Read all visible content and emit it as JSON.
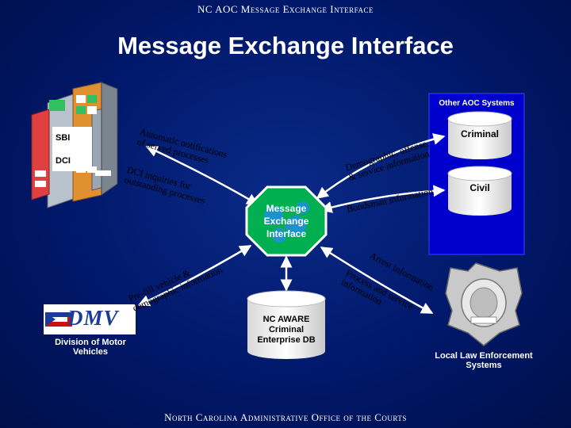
{
  "header": "NC AOC Message Exchange Interface",
  "title": "Message Exchange Interface",
  "footer": "North Carolina Administrative Office of the Courts",
  "aoc": {
    "label": "Other AOC Systems",
    "criminal": "Criminal",
    "civil": "Civil"
  },
  "sbi_dci": {
    "sbi": "SBI",
    "dci": "DCI"
  },
  "hub": {
    "line1": "Message",
    "line2": "Exchange",
    "line3": "Interface"
  },
  "database": {
    "line1": "NC AWARE",
    "line2": "Criminal",
    "line3": "Enterprise DB"
  },
  "dmv": {
    "logo_text": "DMV",
    "caption_line1": "Division of Motor",
    "caption_line2": "Vehicles"
  },
  "law": {
    "caption_line1": "Local Law Enforcement",
    "caption_line2": "Systems"
  },
  "flows": {
    "sbi_1a": "Automatic notifications",
    "sbi_1b": "of served processes",
    "sbi_2a": "DCI inquiries for",
    "sbi_2b": "outstanding processes",
    "crim_1": "Demographic, offense,",
    "crim_2": "& service information",
    "civil_1": "Bondsman information",
    "dmv_1": "Pre-fill vehicle &",
    "dmv_2": "demographic information",
    "law_1": "Arrest information",
    "law_2a": "Process and service",
    "law_2b": "information"
  },
  "colors": {
    "background": "#00186a",
    "hub_stop": "#00b050",
    "aoc_box": "#0000cc",
    "arrows": "#ffffff",
    "cylinder": "#ffffff"
  }
}
